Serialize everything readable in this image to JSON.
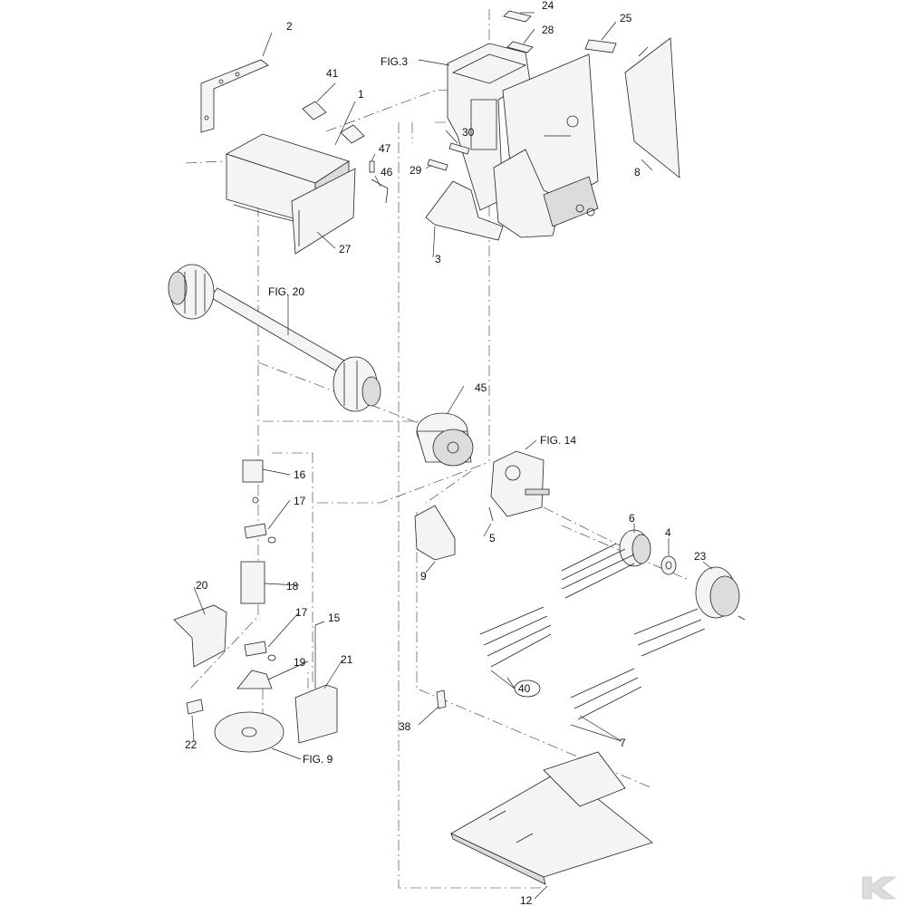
{
  "labels": {
    "p1": "1",
    "p2": "2",
    "p3": "3",
    "p4": "4",
    "p5": "5",
    "p6": "6",
    "p7": "7",
    "p8": "8",
    "p9": "9",
    "p12": "12",
    "p15": "15",
    "p16": "16",
    "p17a": "17",
    "p17b": "17",
    "p18": "18",
    "p19": "19",
    "p20": "20",
    "p21": "21",
    "p22": "22",
    "p23": "23",
    "p24": "24",
    "p25": "25",
    "p27": "27",
    "p28": "28",
    "p29": "29",
    "p30": "30",
    "p38": "38",
    "p40": "40",
    "p41": "41",
    "p45": "45",
    "p46": "46",
    "p47": "47",
    "fig3": "FIG.3",
    "fig20": "FIG. 20",
    "fig14": "FIG. 14",
    "fig9": "FIG.  9"
  },
  "brand": {
    "logo": "kramp-k-logo",
    "color": "#dcdcdc"
  }
}
